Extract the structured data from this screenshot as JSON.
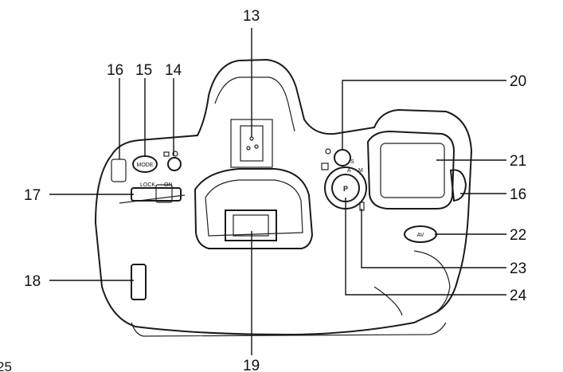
{
  "page_number": "25",
  "callouts": {
    "c13": "13",
    "c14": "14",
    "c15": "15",
    "c16_left": "16",
    "c16_right": "16",
    "c17": "17",
    "c18": "18",
    "c19": "19",
    "c20": "20",
    "c21": "21",
    "c22": "22",
    "c23": "23",
    "c24": "24"
  },
  "camera_labels": {
    "mode_button": "MODE",
    "lock": "LOCK",
    "on": "ON",
    "av_button": "AV",
    "program_button": "P",
    "dial_mode": "A",
    "dial_manual": "M",
    "dial_shutter": "S"
  },
  "icons": [
    "camera-body-illustration",
    "eyecup-icon",
    "hot-shoe-icon"
  ]
}
